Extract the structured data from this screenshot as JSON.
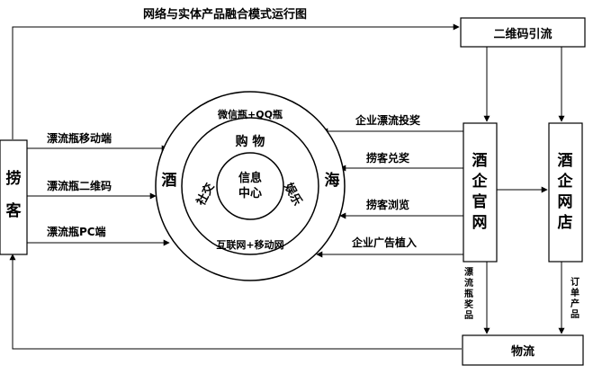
{
  "diagram": {
    "title": "网络与实体产品融合模式运行图",
    "nodes": {
      "laoke_chars": [
        "捞",
        "客"
      ],
      "qrcode_traffic": "二维码引流",
      "jiuqi_guanwang_chars": [
        "酒",
        "企",
        "官",
        "网"
      ],
      "jiuqi_wangdian_chars": [
        "酒",
        "企",
        "网",
        "店"
      ],
      "logistics": "物流"
    },
    "circle": {
      "outer_top": "微信瓶+QQ瓶",
      "outer_bottom": "互联网+移动网",
      "outer_left": "酒",
      "outer_right": "海",
      "middle_top": "购 物",
      "middle_left": "社交",
      "middle_right": "娱乐",
      "center_chars": [
        "信息",
        "中心"
      ]
    },
    "left_inputs": [
      "漂流瓶移动端",
      "漂流瓶二维码",
      "漂流瓶PC端"
    ],
    "right_inputs": [
      "企业漂流投奖",
      "捞客兑奖",
      "捞客浏览",
      "企业广告植入"
    ],
    "vertical_labels": {
      "bottle_prize_chars": [
        "漂",
        "流",
        "瓶",
        "奖",
        "品"
      ],
      "order_product_chars": [
        "订",
        "单",
        "产",
        "品"
      ]
    }
  }
}
